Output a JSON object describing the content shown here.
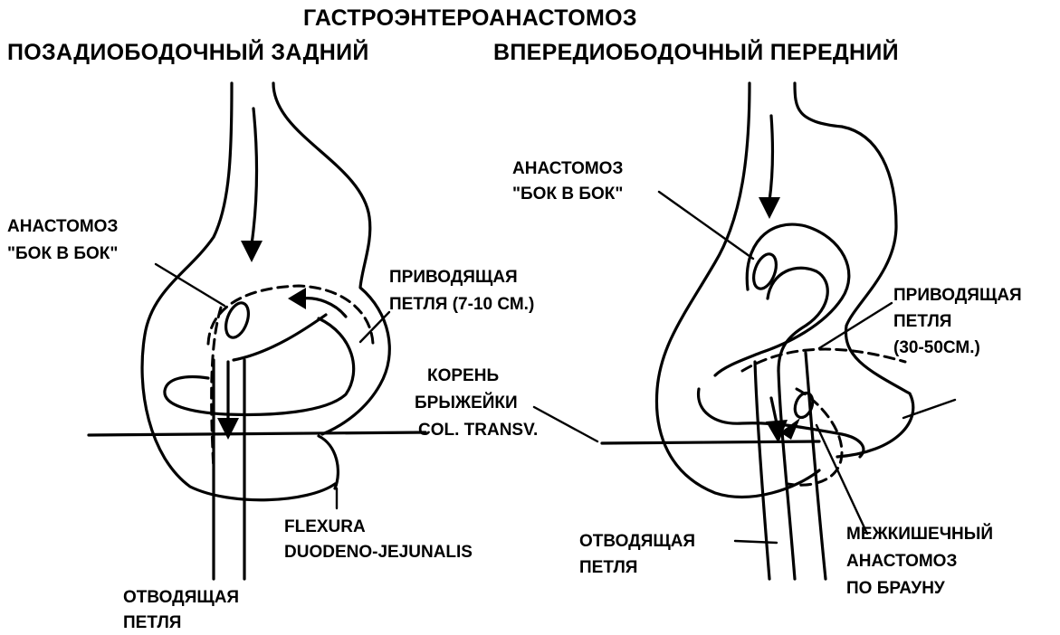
{
  "title": "ГАСТРОЭНТЕРОАНАСТОМОЗ",
  "left": {
    "heading": "ПОЗАДИОБОДОЧНЫЙ ЗАДНИЙ",
    "anastomosis": [
      "АНАСТОМОЗ",
      "\"БОК В БОК\""
    ],
    "afferent": [
      "ПРИВОДЯЩАЯ",
      "ПЕТЛЯ (7-10 СМ.)"
    ],
    "root": [
      "КОРЕНЬ",
      "БРЫЖЕЙКИ",
      "COL. TRANSV."
    ],
    "flexura": [
      "FLEXURA",
      "DUODENO-JEJUNALIS"
    ],
    "efferent": [
      "ОТВОДЯЩАЯ",
      "ПЕТЛЯ"
    ]
  },
  "right": {
    "heading": "ВПЕРЕДИОБОДОЧНЫЙ ПЕРЕДНИЙ",
    "anastomosis": [
      "АНАСТОМОЗ",
      "\"БОК В БОК\""
    ],
    "afferent": [
      "ПРИВОДЯЩАЯ",
      "ПЕТЛЯ",
      "(30-50СМ.)"
    ],
    "efferent": [
      "ОТВОДЯЩАЯ",
      "ПЕТЛЯ"
    ],
    "braun": [
      "МЕЖКИШЕЧНЫЙ",
      "АНАСТОМОЗ",
      "ПО БРАУНУ"
    ]
  }
}
